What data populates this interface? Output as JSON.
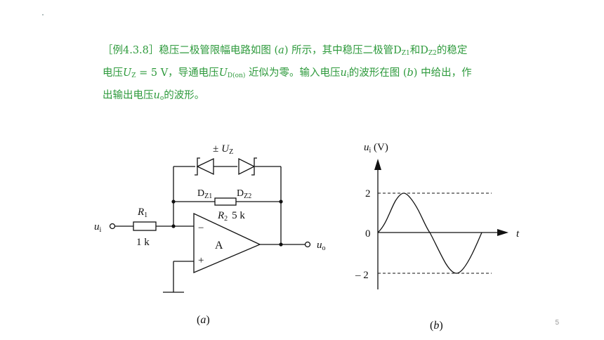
{
  "problem": {
    "line1": {
      "a": "［例4.3.8］稳压二极管限幅电路如图 (",
      "b": "a",
      "c": ") 所示，其中稳压二极管D",
      "d": "Z1",
      "e": "和D",
      "f": "Z2",
      "g": "的稳定"
    },
    "line2": {
      "a": "电压",
      "b": "U",
      "c": "Z",
      "d": " = 5 V，导通电压",
      "e": "U",
      "f": "D(on)",
      "g": " 近似为零。输入电压",
      "h": "u",
      "i": "i",
      "j": "的波形在图 (",
      "k": "b",
      "l": ") 中给出，作"
    },
    "line3": {
      "a": "出输出电压",
      "b": "u",
      "c": "o",
      "d": "的波形。"
    }
  },
  "circuit": {
    "pm": "±",
    "uz_u": "U",
    "uz_sub": "Z",
    "dz1_d": "D",
    "dz1_sub": "Z1",
    "dz2_d": "D",
    "dz2_sub": "Z2",
    "r2_r": "R",
    "r2_sub": "2",
    "r2_val": "5 k",
    "r1_r": "R",
    "r1_sub": "1",
    "r1_val": "1 k",
    "ui_u": "u",
    "ui_sub": "i",
    "uo_u": "u",
    "uo_sub": "o",
    "minus": "−",
    "plus": "+",
    "amp": "A",
    "caption_open": "(",
    "caption_letter": "a",
    "caption_close": ")"
  },
  "waveform": {
    "ylabel_u": "u",
    "ylabel_sub": "i",
    "ylabel_unit": " (V)",
    "tick_pos": "2",
    "tick_zero": "0",
    "tick_neg": "– 2",
    "xlabel": "t",
    "caption_open": "(",
    "caption_letter": "b",
    "caption_close": ")"
  },
  "page_number": "5",
  "colors": {
    "text_green": "#2e9a3c",
    "ink": "#111111"
  }
}
